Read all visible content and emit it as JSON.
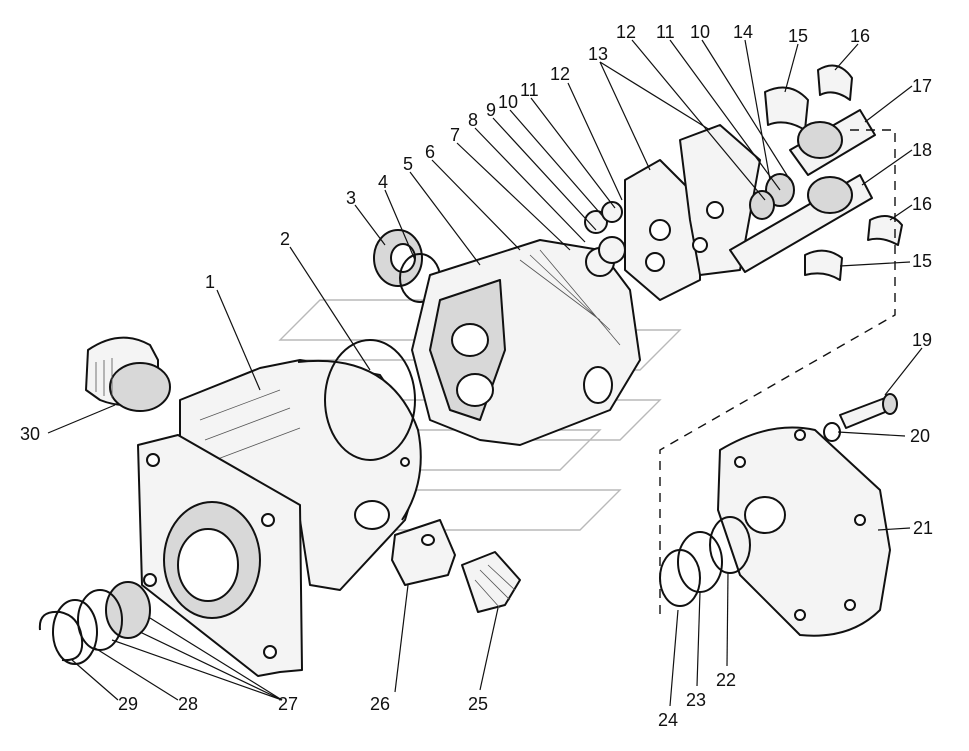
{
  "labels": {
    "p1": "1",
    "p2": "2",
    "p3": "3",
    "p4": "4",
    "p5": "5",
    "p6": "6",
    "p7": "7",
    "p8": "8",
    "p9": "9",
    "p10a": "10",
    "p11a": "11",
    "p12a": "12",
    "p13": "13",
    "p12b": "12",
    "p11b": "11",
    "p10b": "10",
    "p14": "14",
    "p15a": "15",
    "p16a": "16",
    "p17": "17",
    "p18": "18",
    "p16b": "16",
    "p15b": "15",
    "p19": "19",
    "p20": "20",
    "p21": "21",
    "p22": "22",
    "p23": "23",
    "p24": "24",
    "p25": "25",
    "p26": "26",
    "p27": "27",
    "p28": "28",
    "p29": "29",
    "p30": "30"
  }
}
